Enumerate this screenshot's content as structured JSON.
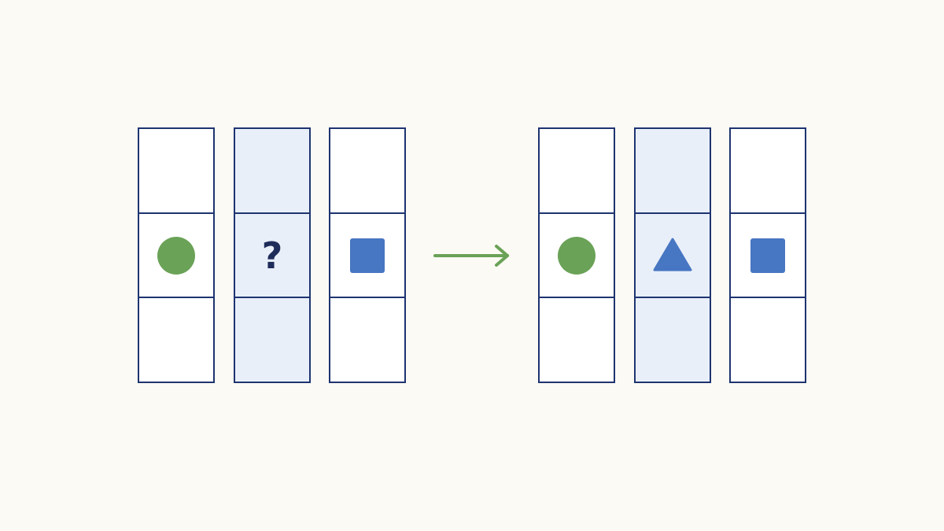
{
  "colors": {
    "background": "#fcfaf4",
    "grid_stroke": "#1e3470",
    "highlight_fill": "#e8eff9",
    "circle": "#6aa257",
    "square": "#4776c2",
    "triangle": "#4776c2",
    "question_mark": "#1e2c5a",
    "arrow": "#6aa257"
  },
  "left_panel": {
    "middle_row": [
      "circle",
      "question-mark",
      "square"
    ],
    "question_text": "?",
    "highlighted_column": 2
  },
  "right_panel": {
    "middle_row": [
      "circle",
      "triangle",
      "square"
    ],
    "highlighted_column": 2
  },
  "arrow": {
    "direction": "right",
    "icon": "arrow-right-icon"
  }
}
